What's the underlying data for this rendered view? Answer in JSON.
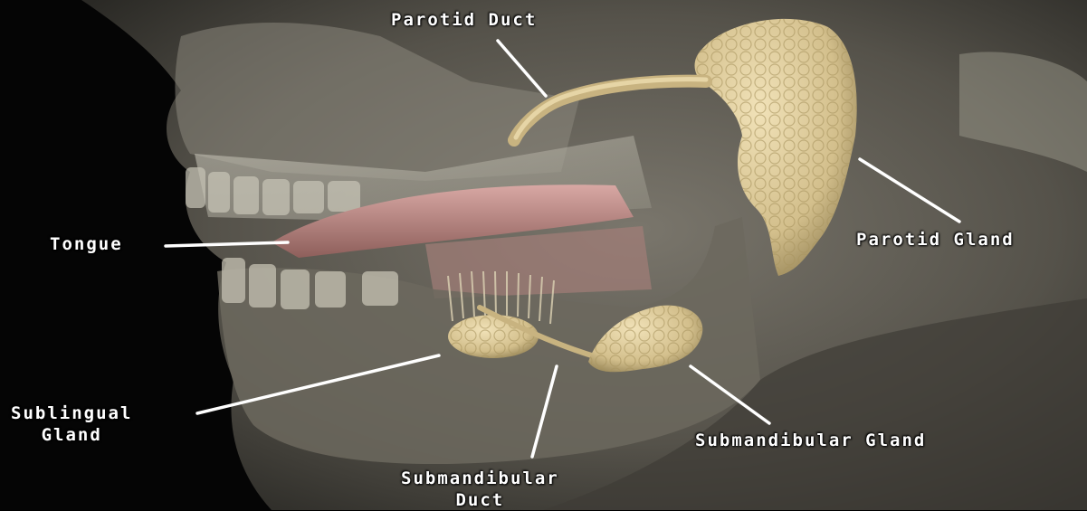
{
  "labels": {
    "parotid_duct": "Parotid Duct",
    "parotid_gland": "Parotid Gland",
    "tongue": "Tongue",
    "sublingual_gland": "Sublingual\nGland",
    "submandibular_gland": "Submandibular Gland",
    "submandibular_duct": "Submandibular\nDuct"
  },
  "colors": {
    "background": "#000000",
    "skin": "#5d5a52",
    "bone": "#b9b6a8",
    "gland": "#d9c594",
    "tongue": "#b98a86",
    "leader_line": "#ffffff"
  }
}
